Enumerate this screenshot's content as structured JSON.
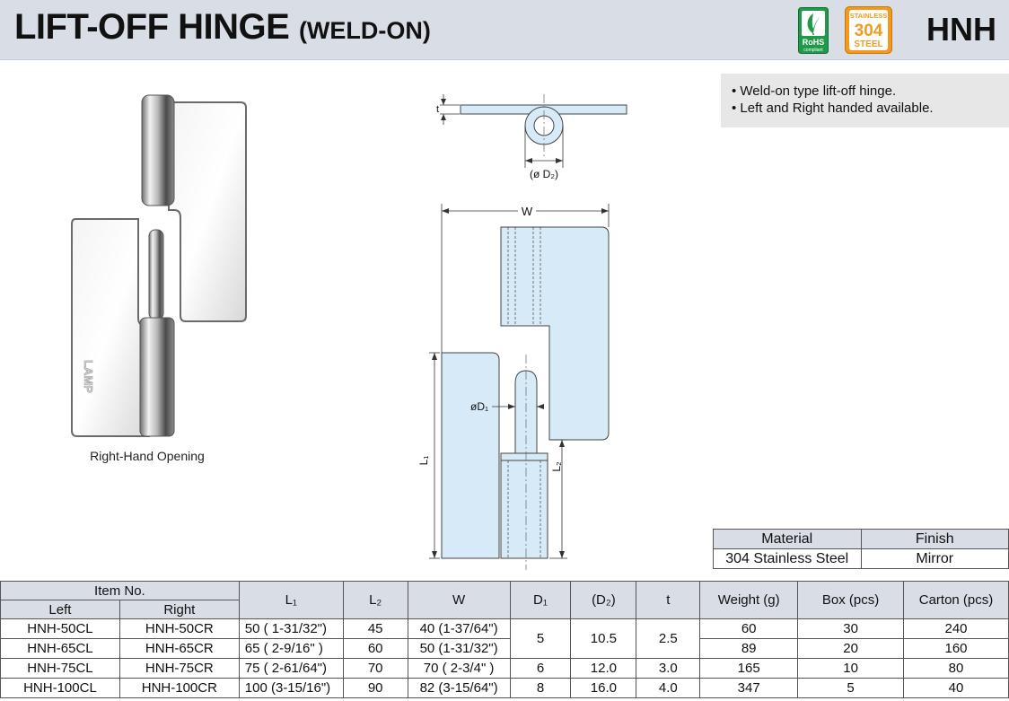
{
  "header": {
    "title": "LIFT-OFF HINGE",
    "title_sub": "(WELD-ON)",
    "model": "HNH",
    "badge_rohs_top": "RoHS",
    "badge_rohs_bottom": "compliant",
    "badge_steel_top": "STAINLESS",
    "badge_steel_grade": "304",
    "badge_steel_bottom": "STEEL"
  },
  "photo": {
    "caption": "Right-Hand Opening",
    "brand": "LAMP"
  },
  "drawing": {
    "label_t": "t",
    "label_d2": "(ø D₂)",
    "label_w": "W",
    "label_d1": "øD₁",
    "label_l1": "L₁",
    "label_l2": "L₂"
  },
  "notes": [
    "• Weld-on type lift-off hinge.",
    "• Left and Right handed available."
  ],
  "material_table": {
    "headers": [
      "Material",
      "Finish"
    ],
    "row": [
      "304 Stainless Steel",
      "Mirror"
    ]
  },
  "spec_table": {
    "headers": {
      "item_no": "Item No.",
      "left": "Left",
      "right": "Right",
      "l1": "L₁",
      "l2": "L₂",
      "w": "W",
      "d1": "D₁",
      "d2": "(D₂)",
      "t": "t",
      "weight": "Weight (g)",
      "box": "Box (pcs)",
      "carton": "Carton (pcs)"
    },
    "rows": [
      {
        "left": "HNH-50CL",
        "right": "HNH-50CR",
        "l1": "50 ( 1-31/32\")",
        "l2": "45",
        "w": "40 (1-37/64\")",
        "d1": "5",
        "d2": "10.5",
        "t": "2.5",
        "weight": "60",
        "box": "30",
        "carton": "240"
      },
      {
        "left": "HNH-65CL",
        "right": "HNH-65CR",
        "l1": "65 (  2-9/16\" )",
        "l2": "60",
        "w": "50 (1-31/32\")",
        "weight": "89",
        "box": "20",
        "carton": "160"
      },
      {
        "left": "HNH-75CL",
        "right": "HNH-75CR",
        "l1": "75 ( 2-61/64\")",
        "l2": "70",
        "w": "70 (  2-3/4\"  )",
        "d1": "6",
        "d2": "12.0",
        "t": "3.0",
        "weight": "165",
        "box": "10",
        "carton": "80"
      },
      {
        "left": "HNH-100CL",
        "right": "HNH-100CR",
        "l1": "100 (3-15/16\")",
        "l2": "90",
        "w": "82 (3-15/64\")",
        "d1": "8",
        "d2": "16.0",
        "t": "4.0",
        "weight": "347",
        "box": "5",
        "carton": "40"
      }
    ]
  },
  "colors": {
    "header_bg": "#d9dde6",
    "notes_bg": "#e7e7e7",
    "drawing_fill": "#d6ebf7",
    "rohs_green": "#1f9a4a",
    "steel_orange": "#f39a1e"
  }
}
